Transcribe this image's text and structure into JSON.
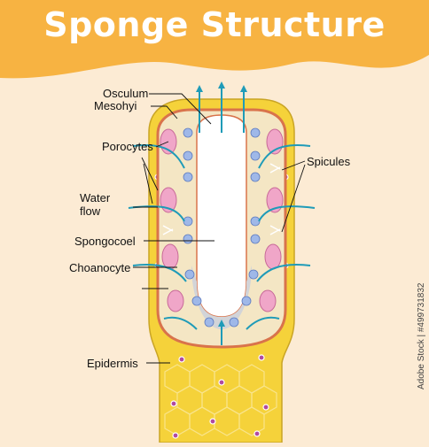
{
  "title": "Sponge Structure",
  "labels": {
    "osculum": "Osculum",
    "mesohyl": "Mesohyi",
    "porocytes": "Porocytes",
    "spicules": "Spicules",
    "water_flow_line1": "Water",
    "water_flow_line2": "flow",
    "spongocoel": "Spongocoel",
    "choanocyte": "Choanocyte",
    "epidermis": "Epidermis"
  },
  "watermark": "Adobe Stock | #499731832",
  "colors": {
    "background": "#fcebd4",
    "banner": "#f7b342",
    "epidermis": "#f5d23a",
    "mesohyl": "#f4e6c4",
    "spongocoel": "#ffffff",
    "porocyte": "#f0a6c8",
    "choanocyte": "#9fb8e8",
    "wall_edge": "#d9734b",
    "water_arrow": "#1f9bb8"
  }
}
